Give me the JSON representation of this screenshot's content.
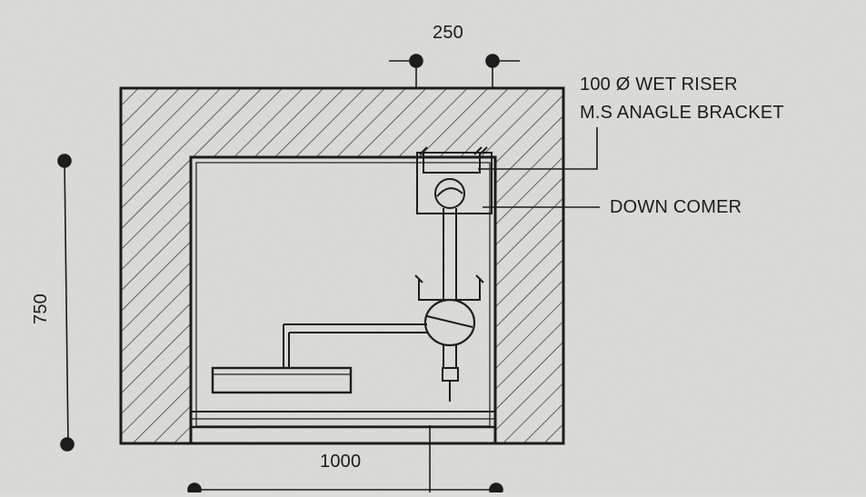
{
  "dimensions": {
    "top": "250",
    "left": "750",
    "bottom": "1000"
  },
  "labels": {
    "wet_riser": "100 Ø WET RISER",
    "bracket": "M.S ANAGLE BRACKET",
    "down_comer": "DOWN COMER"
  },
  "colors": {
    "paper": "#dcdcd8",
    "ink": "#1c1c1c",
    "hatch": "#2a2a2a"
  }
}
